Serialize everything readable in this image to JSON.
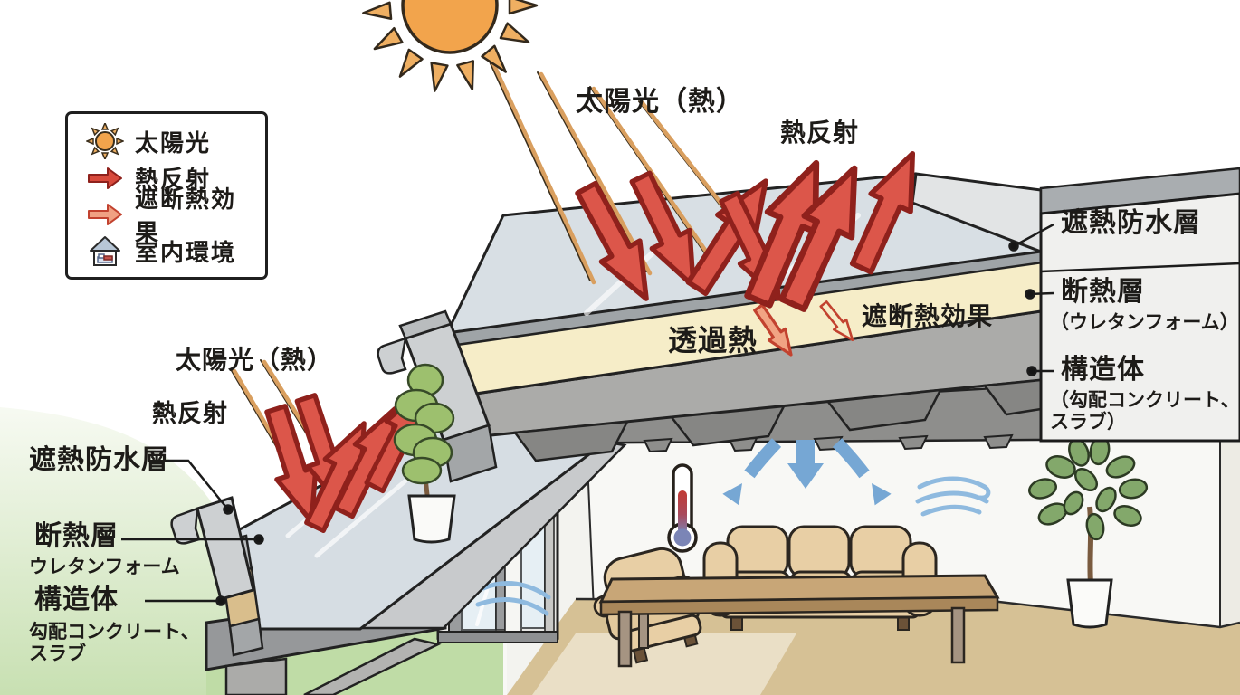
{
  "legend": {
    "items": [
      {
        "icon": "sun-icon",
        "label": "太陽光"
      },
      {
        "icon": "heat-reflection-arrow-icon",
        "label": "熱反射"
      },
      {
        "icon": "heat-block-arrow-icon",
        "label": "遮断熱効果"
      },
      {
        "icon": "house-icon",
        "label": "室内環境"
      }
    ]
  },
  "labels": {
    "sunlight_top": "太陽光（熱）",
    "heat_reflection_top": "熱反射",
    "transmitted_heat": "透過熱",
    "heat_block_effect": "遮断熱効果",
    "sunlight_left": "太陽光（熱）",
    "heat_reflection_left": "熱反射",
    "left": {
      "waterproof": "遮熱防水層",
      "insulation": "断熱層",
      "insulation_sub": "ウレタンフォーム",
      "structure": "構造体",
      "structure_sub": "勾配コンクリート、\nスラブ"
    },
    "right": {
      "waterproof": "遮熱防水層",
      "insulation": "断熱層",
      "insulation_sub": "（ウレタンフォーム）",
      "structure": "構造体",
      "structure_sub": "（勾配コンクリート、\nスラブ）"
    }
  },
  "colors": {
    "sun": "#F2A44C",
    "heat_arrow": "#DC564A",
    "heat_arrow_light": "#F1A383",
    "cool_arrow": "#76A7D4",
    "waterproof_surface": "#D8DFE4",
    "insulation_layer": "#F6EDC8",
    "concrete": "#ABABA9",
    "grass": "#C8E0B2",
    "floor": "#D6C195"
  }
}
